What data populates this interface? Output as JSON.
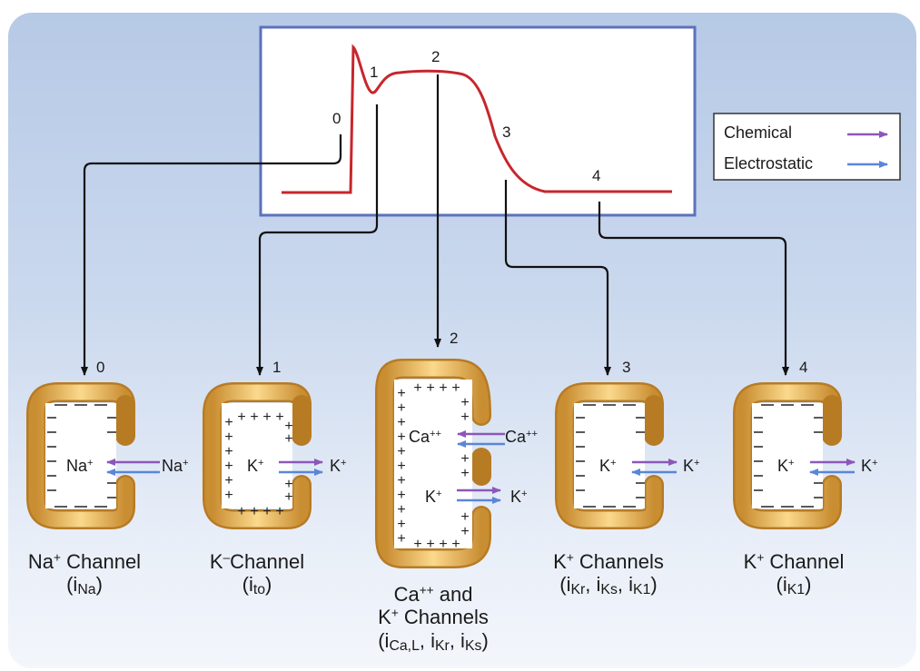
{
  "legend": {
    "chemical_label": "Chemical",
    "electrostatic_label": "Electrostatic",
    "chemical_color": "#8c57b8",
    "electrostatic_color": "#5a86d8"
  },
  "phases": {
    "p0": "0",
    "p1": "1",
    "p2": "2",
    "p3": "3",
    "p4": "4"
  },
  "channels": {
    "na": {
      "number": "0",
      "inside_ion": "Na",
      "inside_ion_sup": "+",
      "outside_ion": "Na",
      "outside_ion_sup": "+",
      "name": "Na",
      "name_sup": "+",
      "name_rest": " Channel",
      "current_open": "(i",
      "current_sub": "Na",
      "current_close": ")"
    },
    "to": {
      "number": "1",
      "inside_ion": "K",
      "inside_ion_sup": "+",
      "outside_ion": "K",
      "outside_ion_sup": "+",
      "name": "K",
      "name_sup": "–",
      "name_rest": "Channel",
      "current_open": "(i",
      "current_sub": "to",
      "current_close": ")"
    },
    "ca": {
      "number": "2",
      "ca_inside": "Ca",
      "ca_inside_sup": "++",
      "ca_outside": "Ca",
      "ca_outside_sup": "++",
      "k_inside": "K",
      "k_inside_sup": "+",
      "k_outside": "K",
      "k_outside_sup": "+",
      "name_line1_a": "Ca",
      "name_line1_sup": "++",
      "name_line1_rest": " and",
      "name_line2_a": "K",
      "name_line2_sup": "+",
      "name_line2_rest": " Channels",
      "current_open": "(i",
      "current_sub1": "Ca,L",
      "current_mid1": ", i",
      "current_sub2": "Kr",
      "current_mid2": ", i",
      "current_sub3": "Ks",
      "current_close": ")"
    },
    "kr": {
      "number": "3",
      "inside_ion": "K",
      "inside_ion_sup": "+",
      "outside_ion": "K",
      "outside_ion_sup": "+",
      "name": "K",
      "name_sup": "+",
      "name_rest": " Channels",
      "current_open": "(i",
      "current_sub1": "Kr",
      "current_mid1": ", i",
      "current_sub2": "Ks",
      "current_mid2": ", i",
      "current_sub3": "K1",
      "current_close": ")"
    },
    "k1": {
      "number": "4",
      "inside_ion": "K",
      "inside_ion_sup": "+",
      "outside_ion": "K",
      "outside_ion_sup": "+",
      "name": "K",
      "name_sup": "+",
      "name_rest": " Channel",
      "current_open": "(i",
      "current_sub": "K1",
      "current_close": ")"
    }
  }
}
